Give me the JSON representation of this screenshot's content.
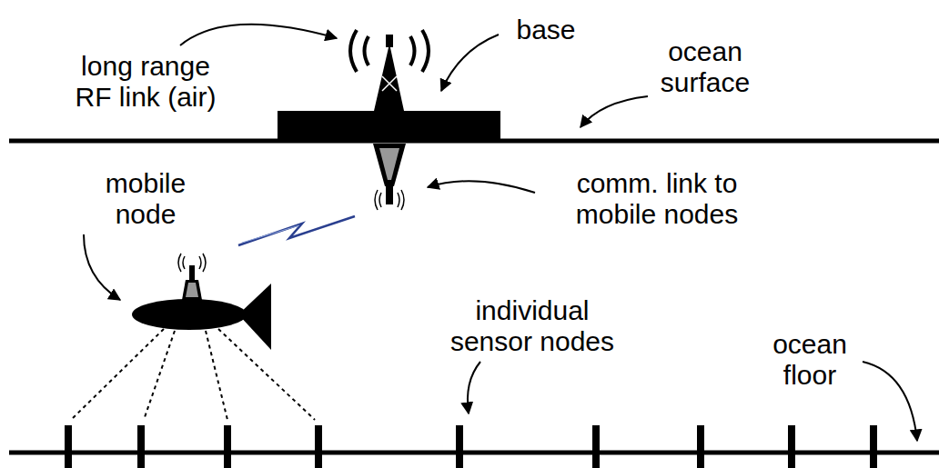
{
  "diagram": {
    "labels": [
      "long range RF link (air)",
      "base",
      "ocean surface",
      "mobile node",
      "comm. link to mobile nodes",
      "individual sensor nodes",
      "ocean floor"
    ]
  }
}
